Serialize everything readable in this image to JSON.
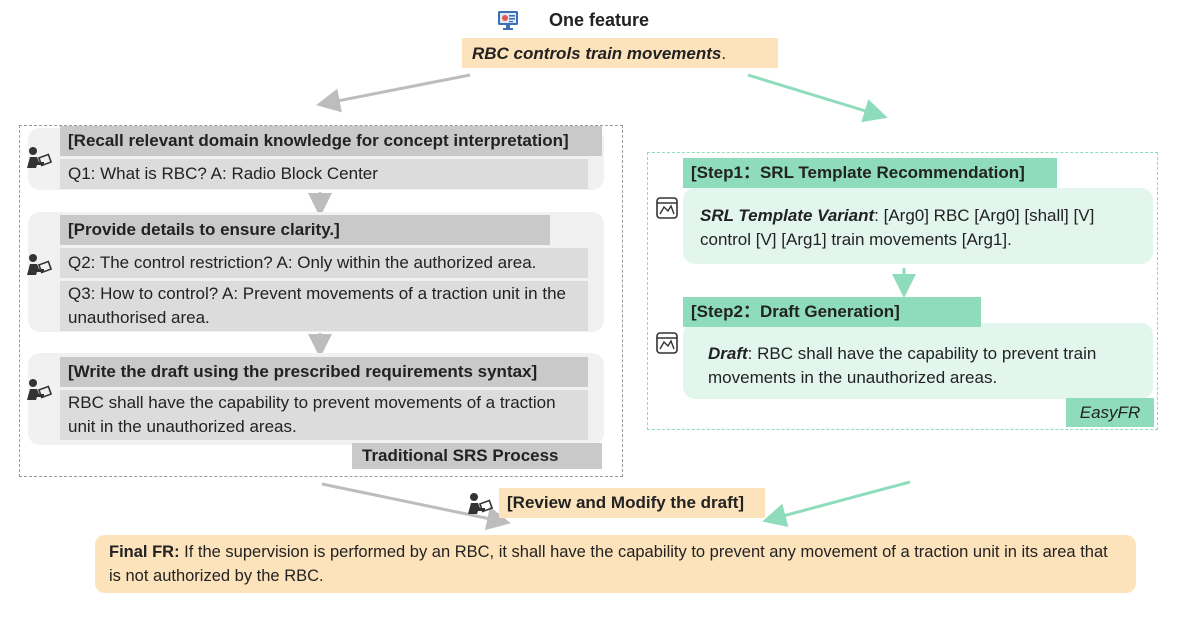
{
  "top": {
    "title": "One feature",
    "feature_italic": "RBC controls train movements",
    "feature_end": "."
  },
  "traditional": {
    "step1": {
      "header": "[Recall relevant domain knowledge for concept interpretation]",
      "q1": "Q1: What is RBC? A: Radio Block Center"
    },
    "step2": {
      "header": "[Provide details to ensure clarity.]",
      "q2": "Q2: The control restriction? A: Only within the authorized area.",
      "q3": "Q3: How to control? A: Prevent movements of a traction unit in the unauthorised area."
    },
    "step3": {
      "header": "[Write the draft using the prescribed requirements syntax]",
      "body": "RBC shall have the capability to prevent movements of a traction unit in the unauthorized areas."
    },
    "label": "Traditional SRS Process"
  },
  "easyfr": {
    "step1": {
      "header": "[Step1：SRL Template Recommendation]",
      "lead": "SRL Template Variant",
      "body": ": [Arg0] RBC [Arg0] [shall] [V] control [V] [Arg1] train movements [Arg1]."
    },
    "step2": {
      "header": "[Step2：Draft Generation]",
      "lead": "Draft",
      "body": ": RBC shall have the capability to prevent train movements in the unauthorized areas."
    },
    "label": "EasyFR"
  },
  "review": {
    "header": "[Review and Modify the draft]"
  },
  "final": {
    "lead": "Final FR:",
    "body": " If the supervision is performed by an RBC, it shall have the capability to prevent any movement of a traction unit in its area that is not authorized by the RBC."
  },
  "colors": {
    "orange": "#fde3bc",
    "green_dark": "#8fdcbd",
    "green_light": "#e3f6ee",
    "grey_dark": "#c9c9c9",
    "grey_light": "#f1f1f1",
    "grey_mid": "#dcdcdc"
  },
  "icons": [
    "monitor-icon",
    "person-reading-icon",
    "chart-document-icon"
  ]
}
